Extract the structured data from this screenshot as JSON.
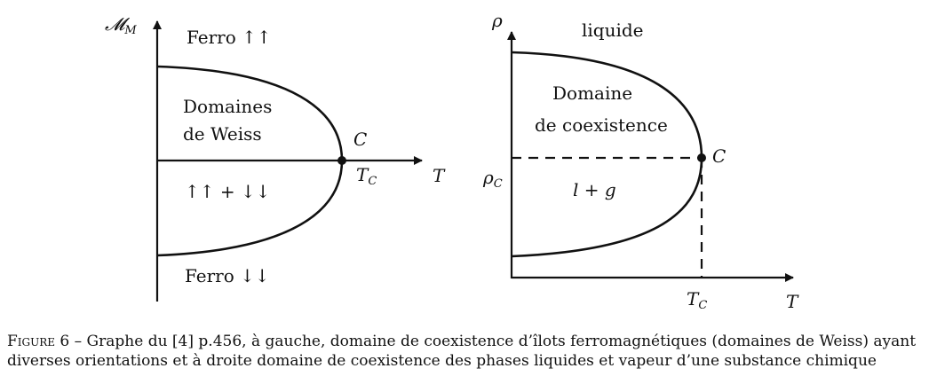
{
  "left": {
    "y_axis_label": "𝓜",
    "y_axis_sub": "M",
    "x_axis_label": "T",
    "region_top": "Ferro ↑↑",
    "region_inner_1": "Domaines",
    "region_inner_2": "de  Weiss",
    "region_mixed": "↑↑  +  ↓↓",
    "region_bottom": "Ferro  ↓↓",
    "point_label": "C",
    "tc_main": "T",
    "tc_sub": "C"
  },
  "right": {
    "y_axis_label": "ρ",
    "x_axis_label": "T",
    "region_top": "liquide",
    "region_inner_1": "Domaine",
    "region_inner_2": "de  coexistence",
    "region_mixed": "l + g",
    "point_label": "C",
    "rho_main": "ρ",
    "rho_sub": "C",
    "tc_main": "T",
    "tc_sub": "C"
  },
  "caption": {
    "figure_label": "Figure 6",
    "text": " – Graphe du [4] p.456, à gauche, domaine de coexistence d’îlots ferromagnétiques (domaines de Weiss) ayant diverses orientations et à droite domaine de coexistence des phases liquides et vapeur d’une substance chimique"
  }
}
